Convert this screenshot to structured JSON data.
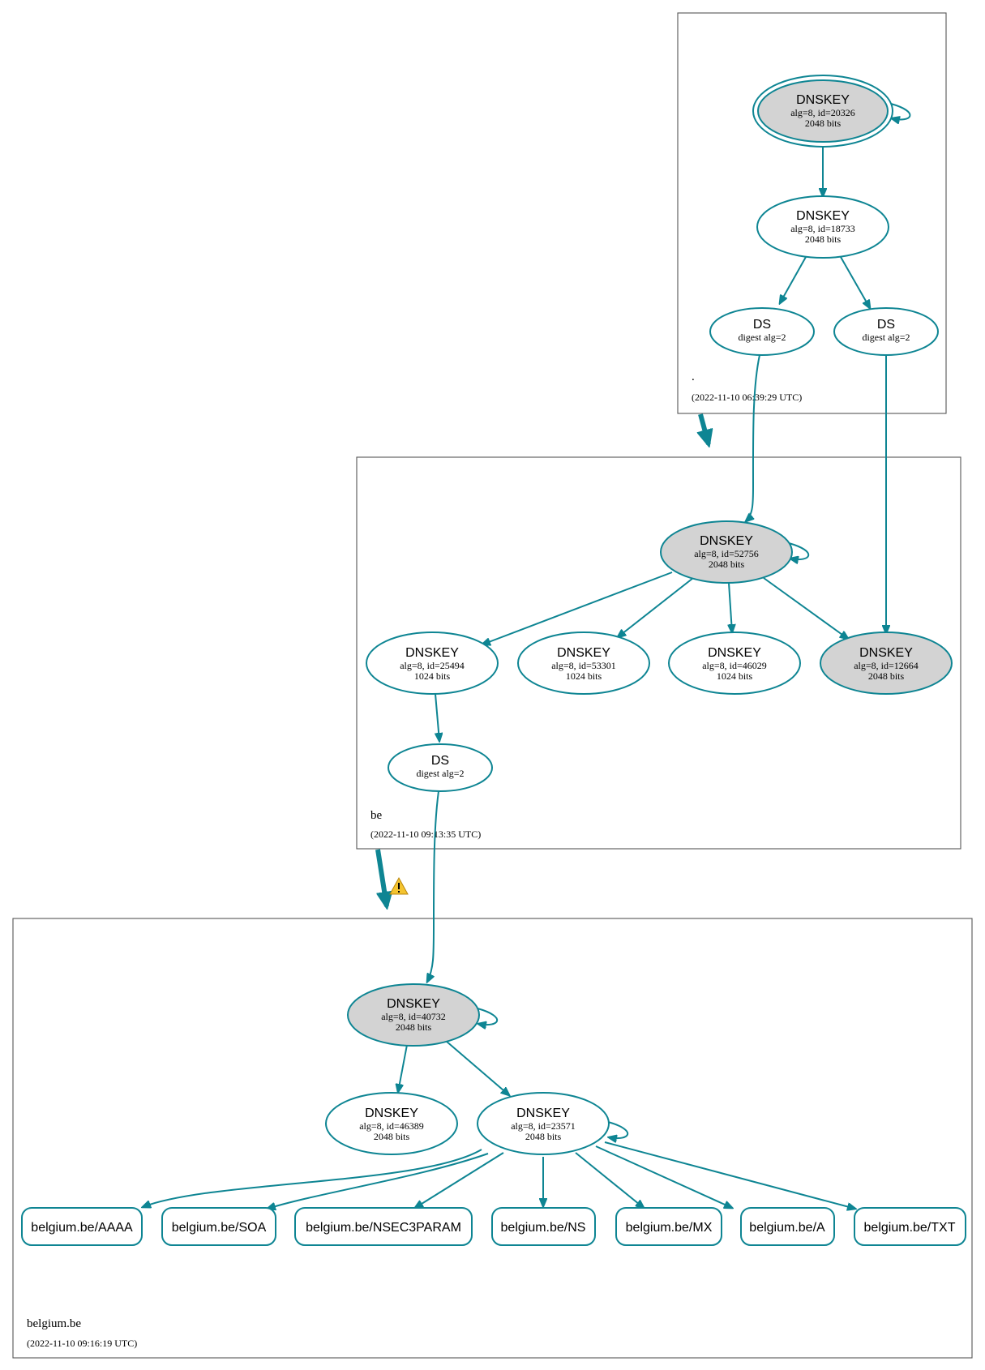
{
  "zones": {
    "root": {
      "name": ".",
      "timestamp": "(2022-11-10 06:39:29 UTC)"
    },
    "be": {
      "name": "be",
      "timestamp": "(2022-11-10 09:13:35 UTC)"
    },
    "belgium": {
      "name": "belgium.be",
      "timestamp": "(2022-11-10 09:16:19 UTC)"
    }
  },
  "nodes": {
    "root_ksk": {
      "type": "DNSKEY",
      "info": "alg=8, id=20326",
      "bits": "2048 bits"
    },
    "root_zsk": {
      "type": "DNSKEY",
      "info": "alg=8, id=18733",
      "bits": "2048 bits"
    },
    "root_ds1": {
      "type": "DS",
      "info": "digest alg=2"
    },
    "root_ds2": {
      "type": "DS",
      "info": "digest alg=2"
    },
    "be_ksk": {
      "type": "DNSKEY",
      "info": "alg=8, id=52756",
      "bits": "2048 bits"
    },
    "be_k25494": {
      "type": "DNSKEY",
      "info": "alg=8, id=25494",
      "bits": "1024 bits"
    },
    "be_k53301": {
      "type": "DNSKEY",
      "info": "alg=8, id=53301",
      "bits": "1024 bits"
    },
    "be_k46029": {
      "type": "DNSKEY",
      "info": "alg=8, id=46029",
      "bits": "1024 bits"
    },
    "be_k12664": {
      "type": "DNSKEY",
      "info": "alg=8, id=12664",
      "bits": "2048 bits"
    },
    "be_ds": {
      "type": "DS",
      "info": "digest alg=2"
    },
    "bg_ksk": {
      "type": "DNSKEY",
      "info": "alg=8, id=40732",
      "bits": "2048 bits"
    },
    "bg_k46389": {
      "type": "DNSKEY",
      "info": "alg=8, id=46389",
      "bits": "2048 bits"
    },
    "bg_k23571": {
      "type": "DNSKEY",
      "info": "alg=8, id=23571",
      "bits": "2048 bits"
    }
  },
  "rrsets": [
    "belgium.be/AAAA",
    "belgium.be/SOA",
    "belgium.be/NSEC3PARAM",
    "belgium.be/NS",
    "belgium.be/MX",
    "belgium.be/A",
    "belgium.be/TXT"
  ],
  "colors": {
    "edge": "#0e8593",
    "node_fill_sep": "#d3d3d3",
    "zone_border": "#555555",
    "warning": "#f4c430"
  },
  "icons": {
    "delegation_warning": "warning-triangle-icon"
  }
}
